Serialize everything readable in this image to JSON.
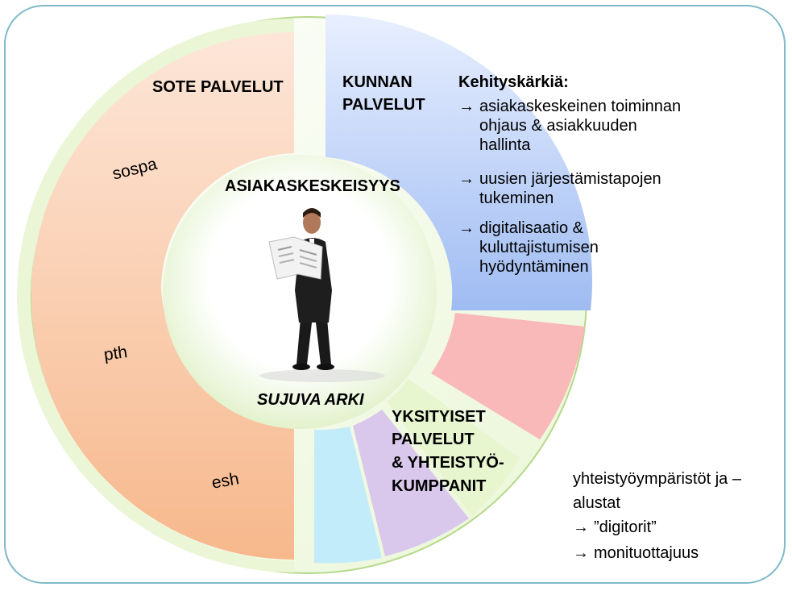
{
  "colors": {
    "frame_border": "#7fb9c8",
    "outer_ring_fill": "#eaf6d6",
    "outer_ring_stroke": "#b6d88a",
    "sote_fill_top": "#fde6d8",
    "sote_fill_bottom": "#f7b88c",
    "kunta_fill_top": "#e8efff",
    "kunta_fill_bottom": "#9fbcf2",
    "pink_fill": "#f9b9b8",
    "green_fill": "#e7f6cf",
    "lilac_fill": "#d9c8ec",
    "cyan_fill": "#c3ecfa",
    "inner_circle": "#e3f2cd"
  },
  "center": {
    "title": "ASIAKASKESKEISYYS",
    "subtitle": "SUJUVA ARKI",
    "person_icon": "businessman-reading-newspaper-icon"
  },
  "sote": {
    "title": "SOTE PALVELUT",
    "items": [
      "sospa",
      "pth",
      "esh"
    ]
  },
  "kunta": {
    "title_lines": [
      "KUNNAN",
      "PALVELUT"
    ],
    "heading": "Kehityskärkiä:",
    "arrow_glyph": "→",
    "bullets": [
      {
        "lines": [
          "asiakaskeskeinen toiminnan",
          "ohjaus & asiakkuuden",
          "hallinta"
        ]
      },
      {
        "lines": [
          "uusien järjestämistapojen",
          "tukeminen"
        ]
      },
      {
        "lines": [
          "digitalisaatio &",
          "kuluttajistumisen",
          "hyödyntäminen"
        ]
      }
    ]
  },
  "private": {
    "title_lines": [
      "YKSITYISET",
      "PALVELUT",
      "& YHTEISTYÖ-",
      "KUMPPANIT"
    ]
  },
  "platforms": {
    "lines": [
      "yhteistyöympäristöt ja –",
      "alustat"
    ],
    "arrow_glyph": "→",
    "bullets": [
      "”digitorit”",
      "monituottajuus"
    ]
  }
}
